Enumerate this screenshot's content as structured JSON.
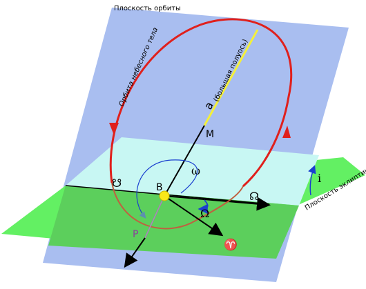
{
  "labels": {
    "orbit_plane": "Плоскость орбиты",
    "ecliptic_plane": "Плоскость эклиптики",
    "orbit_caption": "Орбита небесного тела",
    "semi_major": "a",
    "semi_major_note": "(большая полуось)",
    "M": "M",
    "B": "B",
    "P": "P",
    "omega_small": "ω",
    "Omega_big": "Ω",
    "ascending_node": "☊",
    "descending_node": "☋",
    "vernal_equinox": "♈",
    "inclination": "i"
  },
  "colors": {
    "orbit_plane_fill": "#a9bef0",
    "ecliptic_fill": "#63f063",
    "upper_plane_fill": "#c8f7f3",
    "lower_green_fill": "#5ccf5c",
    "orbit": "#e0201c",
    "semi_major_axis": "#f4f03a",
    "focus": "#f8e81a",
    "omega_arc": "#1a3fcf",
    "periapsis_label": "#8a3f9c"
  }
}
